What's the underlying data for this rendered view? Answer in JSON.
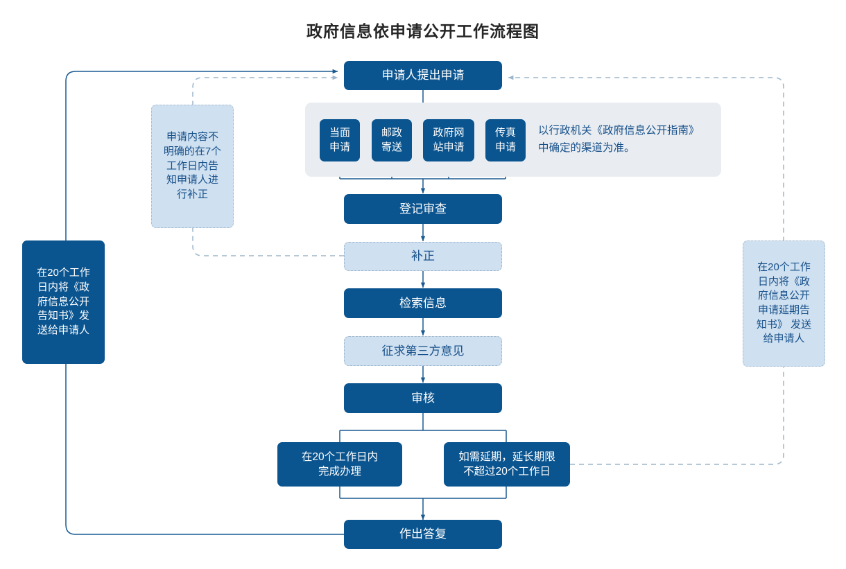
{
  "title": "政府信息依申请公开工作流程图",
  "colors": {
    "solid_fill": "#0A548F",
    "light_fill": "#CFE0F0",
    "panel_fill": "#E9EDF1",
    "solid_line": "#1A5A90",
    "dashed_line": "#9BB5CC",
    "light_text": "#17508A",
    "title_text": "#262626"
  },
  "nodes": {
    "start": {
      "label": "申请人提出申请"
    },
    "channels": [
      {
        "label": "当面\n申请"
      },
      {
        "label": "邮政\n寄送"
      },
      {
        "label": "政府网\n站申请"
      },
      {
        "label": "传真\n申请"
      }
    ],
    "channel_note": "以行政机关《政府信息公开指南》\n中确定的渠道为准。",
    "register": {
      "label": "登记审查"
    },
    "supplement": {
      "label": "补正"
    },
    "retrieve": {
      "label": "检索信息"
    },
    "third_party": {
      "label": "征求第三方意见"
    },
    "review": {
      "label": "审核"
    },
    "finish_20": {
      "label": "在20个工作日内\n完成办理"
    },
    "extend_20": {
      "label": "如需延期，延长期限\n不超过20个工作日"
    },
    "answer": {
      "label": "作出答复"
    }
  },
  "annotations": {
    "left_dashed": {
      "label": "申请内容不\n明确的在7个\n工作日内告\n知申请人进\n行补正"
    },
    "left_solid": {
      "label": "在20个工作\n日内将《政\n府信息公开\n告知书》发\n送给申请人"
    },
    "right_dashed": {
      "label": "在20个工作\n日内将《政\n府信息公开\n申请延期告\n知书》 发送\n给申请人"
    }
  }
}
